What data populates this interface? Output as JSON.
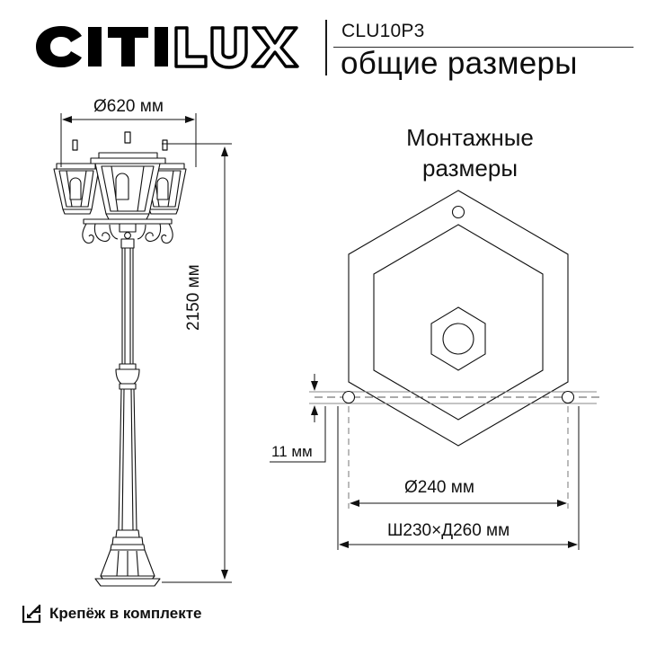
{
  "header": {
    "brand": "CITILUX",
    "brand_solid_part": "CITI",
    "brand_outline_part": "LUX",
    "model_code": "CLU10P3",
    "subtitle": "общие размеры"
  },
  "sections": {
    "mounting_title_line1": "Монтажные",
    "mounting_title_line2": "размеры"
  },
  "dimensions": {
    "diameter_overall": "Ø620 мм",
    "height_overall": "2150 мм",
    "plate_thickness": "11 мм",
    "bolt_circle": "Ø240 мм",
    "width_depth": "Ш230×Д260 мм"
  },
  "footer": {
    "note": "Крепёж в комплекте",
    "icon": "arrow-into-box-icon"
  },
  "colors": {
    "ink": "#111111",
    "line": "#1a1a1a",
    "background": "#ffffff"
  }
}
